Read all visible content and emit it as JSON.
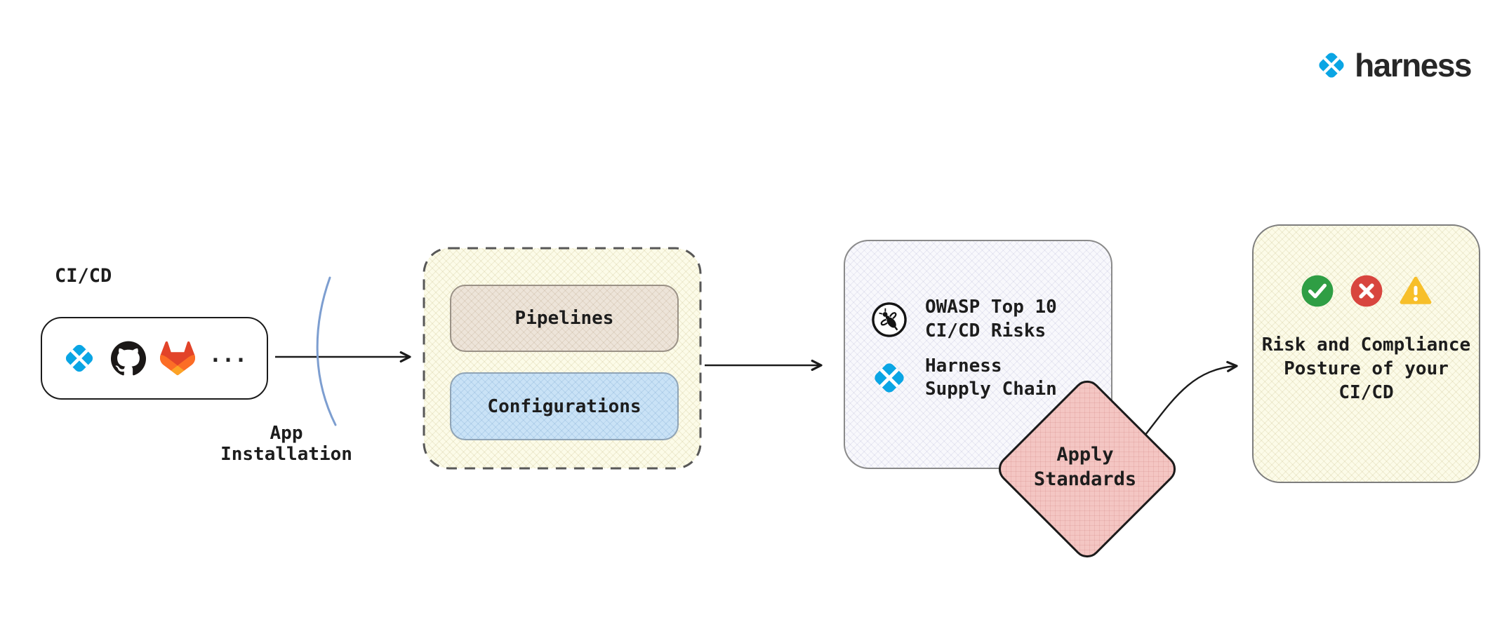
{
  "brand": {
    "name": "harness",
    "logo_icon": "harness-icon"
  },
  "source": {
    "label": "CI/CD",
    "icons": [
      "harness-icon",
      "github-icon",
      "gitlab-icon"
    ],
    "more": "..."
  },
  "install": {
    "line1": "App",
    "line2": "Installation"
  },
  "group": {
    "pipelines": "Pipelines",
    "configurations": "Configurations"
  },
  "standards": {
    "item1": {
      "icon": "owasp-icon",
      "line1": "OWASP Top 10",
      "line2": "CI/CD Risks"
    },
    "item2": {
      "icon": "harness-icon",
      "line1": "Harness",
      "line2": "Supply Chain"
    }
  },
  "apply": {
    "line1": "Apply",
    "line2": "Standards"
  },
  "result": {
    "icons": [
      "check-icon",
      "cross-icon",
      "warning-icon"
    ],
    "line1": "Risk and Compliance",
    "line2": "Posture of your",
    "line3": "CI/CD"
  },
  "colors": {
    "harness_blue": "#0AA5E4",
    "success_green": "#2F9E44",
    "error_red": "#D8453E",
    "warning_yellow": "#F7BF2A",
    "apply_pink": "#F4C6C3",
    "pipelines_fill": "#EDE4D9",
    "configurations_fill": "#C9E2F6",
    "group_fill": "#FCFBE8",
    "standards_fill": "#F8F8FC"
  }
}
